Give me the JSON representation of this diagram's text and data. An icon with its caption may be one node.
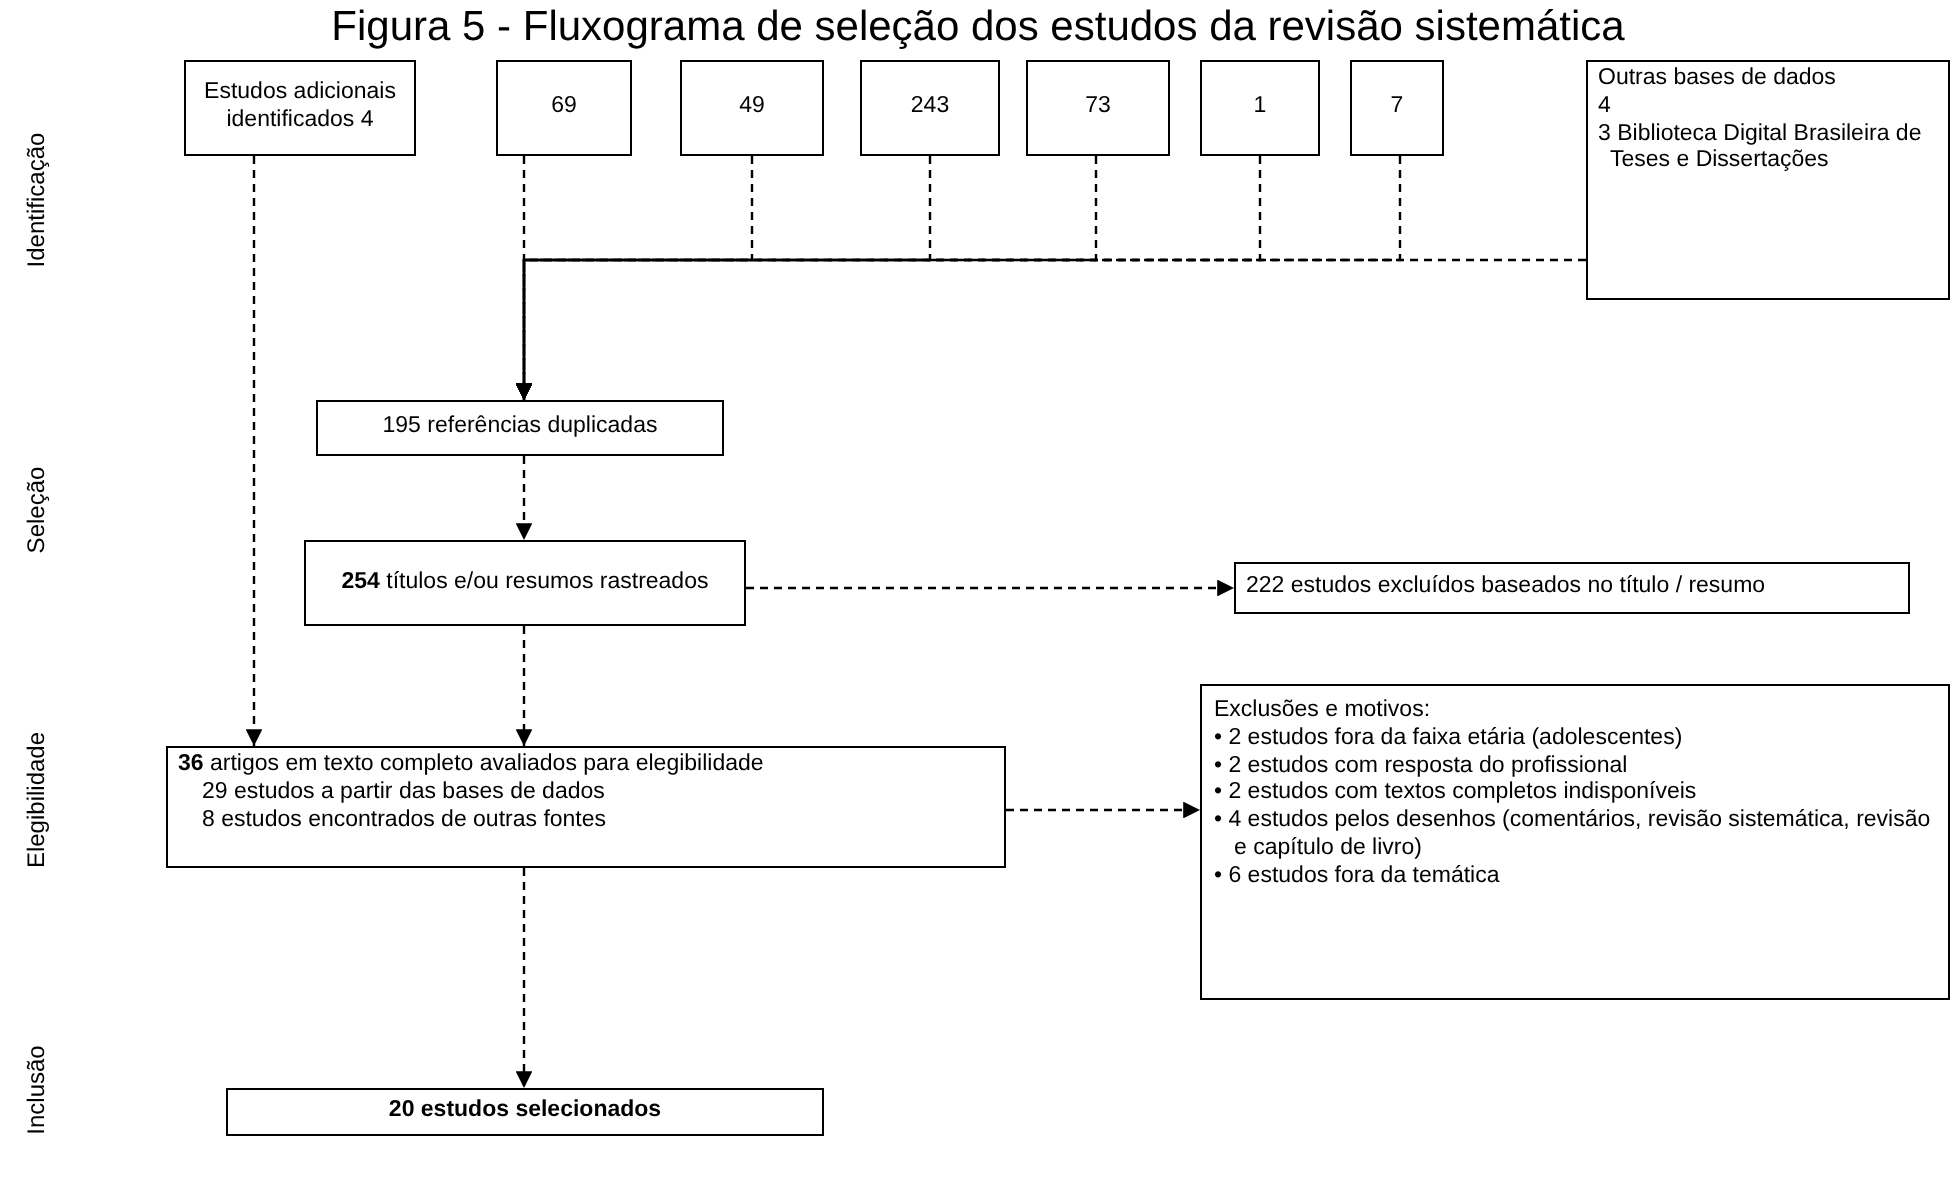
{
  "diagram": {
    "title": "Figura 5 - Fluxograma de seleção dos estudos da revisão sistemática",
    "nodes": [
      {
        "text": [
          "Estudos adicionais identificados 4"
        ]
      },
      {
        "text": [
          "69"
        ]
      },
      {
        "text": [
          "49"
        ]
      },
      {
        "text": [
          "243"
        ]
      },
      {
        "text": [
          "73"
        ]
      },
      {
        "text": [
          "1"
        ]
      },
      {
        "text": [
          "7"
        ]
      },
      {
        "text": [
          "Outras bases de dados",
          "4",
          "3 Biblioteca Digital Brasileira de Teses e Dissertações"
        ]
      },
      {
        "text": [
          "195 referências duplicadas"
        ]
      },
      {
        "text": [
          "**254** títulos e/ou resumos rastreados"
        ]
      },
      {
        "text": [
          "222 estudos excluídos baseados no título / resumo"
        ]
      },
      {
        "text": [
          "**36** artigos em texto completo avaliados para elegibilidade",
          "29 estudos a partir das bases de dados",
          "8 estudos encontrados de outras fontes"
        ]
      },
      {
        "text": [
          "Exclusões e motivos:",
          "• 2 estudos fora da faixa etária (adolescentes)",
          "• 2 estudos com resposta do profissional",
          "• 2 estudos com textos completos indisponíveis",
          "• 4 estudos pelos desenhos (comentários, revisão sistemática, revisão e capítulo de livro)",
          "• 6 estudos fora da temática"
        ]
      },
      {
        "text": [
          "20 estudos selecionados"
        ]
      }
    ],
    "edges": [
      {
        "from": 1,
        "to": 8,
        "arrow": "to",
        "style": "dashed"
      },
      {
        "from": 2,
        "to": 8,
        "arrow": "to",
        "style": "dashed"
      },
      {
        "from": 3,
        "to": 8,
        "arrow": "to",
        "style": "dashed"
      },
      {
        "from": 4,
        "to": 8,
        "arrow": "to",
        "style": "dashed"
      },
      {
        "from": 5,
        "to": 8,
        "arrow": "to",
        "style": "dashed"
      },
      {
        "from": 6,
        "to": 8,
        "arrow": "to",
        "style": "dashed"
      },
      {
        "from": 7,
        "to": 8,
        "arrow": "to",
        "style": "dashed"
      },
      {
        "from": 8,
        "to": 9,
        "arrow": "to",
        "style": "dashed"
      },
      {
        "from": 9,
        "to": 10,
        "arrow": "to",
        "style": "dashed"
      },
      {
        "from": 9,
        "to": 11,
        "arrow": "to",
        "style": "dashed"
      },
      {
        "from": 0,
        "to": 11,
        "arrow": "to",
        "style": "dashed"
      },
      {
        "from": 11,
        "to": 12,
        "arrow": "to",
        "style": "dashed"
      },
      {
        "from": 11,
        "to": 13,
        "arrow": "to",
        "style": "dashed"
      }
    ],
    "labels": [
      "Identificação",
      "Seleção",
      "Elegibilidade",
      "Inclusão"
    ]
  }
}
